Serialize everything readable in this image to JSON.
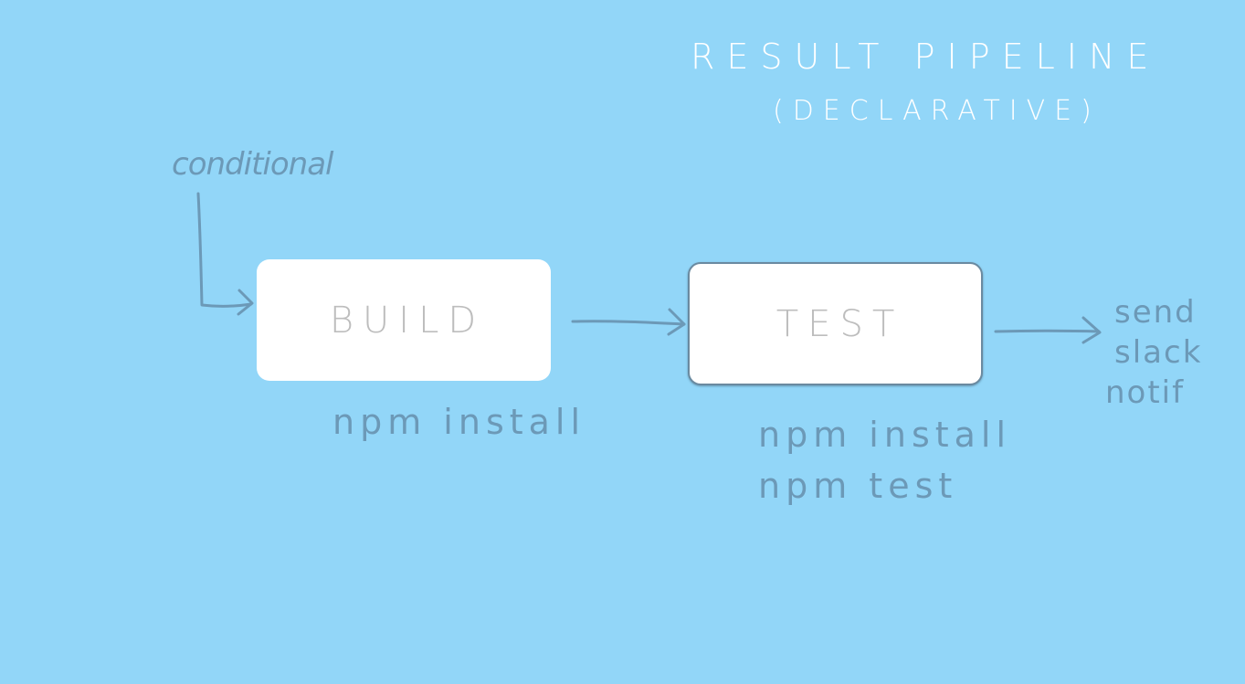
{
  "diagram": {
    "title": "RESULT PIPELINE",
    "subtitle": "(DECLARATIVE)",
    "trigger_note": "conditional",
    "stages": [
      {
        "label": "BUILD",
        "commands": [
          "npm install"
        ]
      },
      {
        "label": "TEST",
        "commands": [
          "npm install",
          "npm test"
        ]
      }
    ],
    "post_action": [
      "send",
      "slack",
      "notif"
    ],
    "colors": {
      "background": "#92d6f8",
      "box_fill": "#ffffff",
      "box_text": "#bdbdbd",
      "ink": "#6c99b7",
      "title_text": "#ffffff"
    }
  }
}
